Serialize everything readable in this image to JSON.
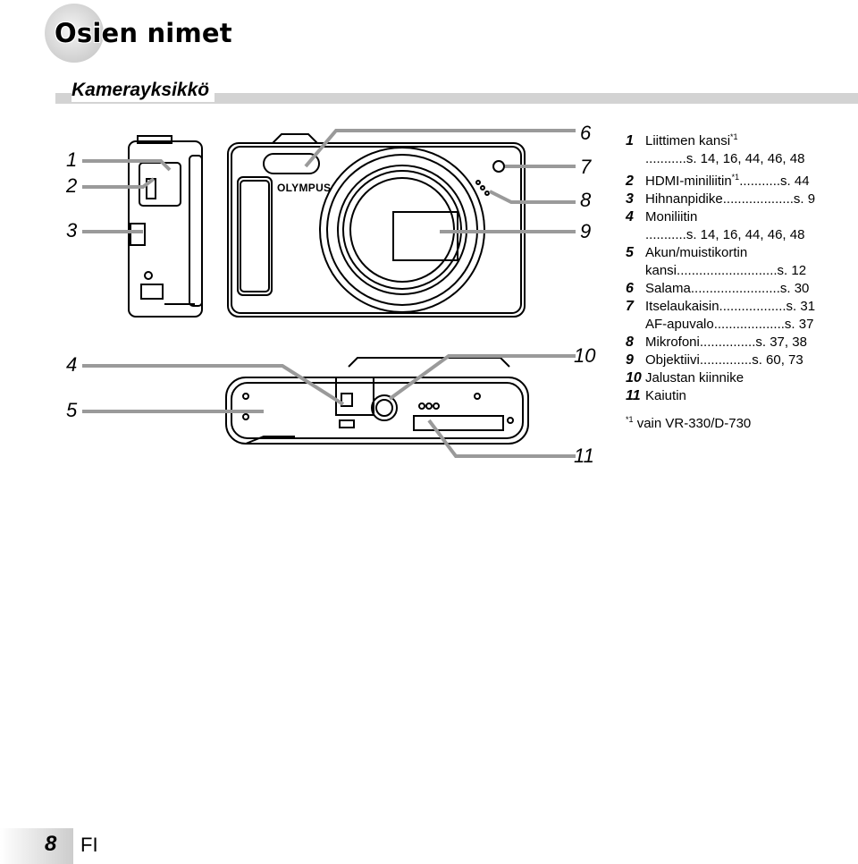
{
  "title": "Osien nimet",
  "section": "Kamerayksikkö",
  "callouts": [
    "1",
    "2",
    "3",
    "4",
    "5",
    "6",
    "7",
    "8",
    "9",
    "10",
    "11"
  ],
  "brand_logo": "OLYMPUS",
  "parts": [
    {
      "num": "1",
      "name": "Liittimen kansi",
      "sup": "*1",
      "ref_line2": "...........s. 14, 16, 44, 46, 48"
    },
    {
      "num": "2",
      "name": "HDMI-miniliitin",
      "sup": "*1",
      "ref": "...........s. 44"
    },
    {
      "num": "3",
      "name": "Hihnanpidike",
      "ref": "...................s. 9"
    },
    {
      "num": "4",
      "name": "Moniliitin",
      "ref_line2": "...........s. 14, 16, 44, 46, 48"
    },
    {
      "num": "5",
      "name": "Akun/muistikortin",
      "line2": "kansi",
      "ref_line2": "...........................s. 12"
    },
    {
      "num": "6",
      "name": "Salama",
      "ref": "........................s. 30"
    },
    {
      "num": "7",
      "name": "Itselaukaisin",
      "ref": "..................s. 31",
      "line2": "AF-apuvalo",
      "ref_line2": "...................s. 37"
    },
    {
      "num": "8",
      "name": "Mikrofoni",
      "ref": "...............s. 37, 38"
    },
    {
      "num": "9",
      "name": "Objektiivi",
      "ref": "..............s. 60, 73"
    },
    {
      "num": "10",
      "name": "Jalustan kiinnike"
    },
    {
      "num": "11",
      "name": "Kaiutin"
    }
  ],
  "footnote": {
    "mark": "*1",
    "text": "vain VR-330/D-730"
  },
  "footer": {
    "page": "8",
    "lang": "FI"
  }
}
